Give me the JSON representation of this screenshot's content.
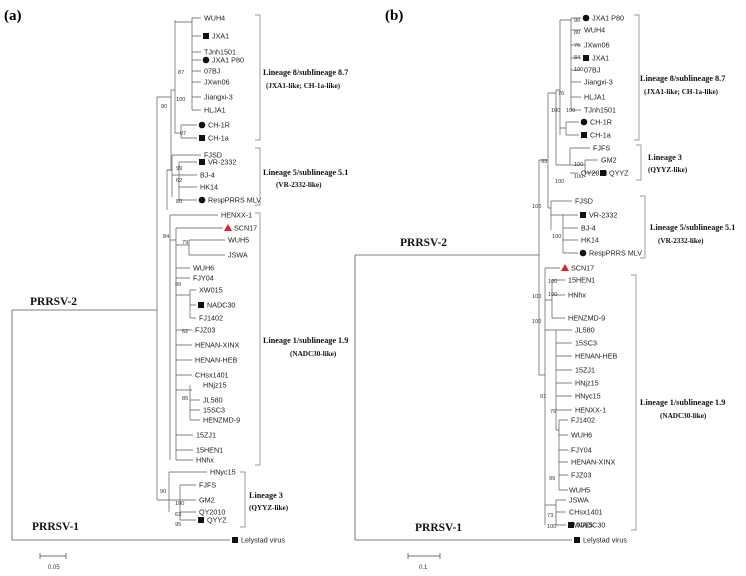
{
  "panels": [
    {
      "label": "(a)",
      "scale": "0.05",
      "virus_labels": [
        "PRRSV-2",
        "PRRSV-1"
      ],
      "clades": [
        {
          "title": "Lineage 8/sublineage 8.7",
          "subtitle": "(JXA1-like; CH-1a-like)"
        },
        {
          "title": "Lineage 5/sublineage 5.1",
          "subtitle": "(VR-2332-like)"
        },
        {
          "title": "Lineage 1/sublineage 1.9",
          "subtitle": "(NADC30-like)"
        },
        {
          "title": "Lineage 3",
          "subtitle": "(QYYZ-like)"
        }
      ],
      "taxa": [
        {
          "name": "WUH4",
          "marker": "none"
        },
        {
          "name": "JXA1",
          "marker": "square"
        },
        {
          "name": "TJnh1501",
          "marker": "none"
        },
        {
          "name": "JXA1 P80",
          "marker": "circle"
        },
        {
          "name": "07BJ",
          "marker": "none"
        },
        {
          "name": "JXwn06",
          "marker": "none"
        },
        {
          "name": "Jiangxi-3",
          "marker": "none"
        },
        {
          "name": "HLJA1",
          "marker": "none"
        },
        {
          "name": "CH-1R",
          "marker": "circle"
        },
        {
          "name": "CH-1a",
          "marker": "square"
        },
        {
          "name": "FJSD",
          "marker": "none"
        },
        {
          "name": "VR-2332",
          "marker": "square"
        },
        {
          "name": "BJ-4",
          "marker": "none"
        },
        {
          "name": "HK14",
          "marker": "none"
        },
        {
          "name": "RespPRRS MLV",
          "marker": "circle"
        },
        {
          "name": "HENXX-1",
          "marker": "none"
        },
        {
          "name": "SCN17",
          "marker": "triangle"
        },
        {
          "name": "WUH5",
          "marker": "none"
        },
        {
          "name": "JSWA",
          "marker": "none"
        },
        {
          "name": "WUH6",
          "marker": "none"
        },
        {
          "name": "FJY04",
          "marker": "none"
        },
        {
          "name": "XW015",
          "marker": "none"
        },
        {
          "name": "NADC30",
          "marker": "square"
        },
        {
          "name": "FJ1402",
          "marker": "none"
        },
        {
          "name": "FJZ03",
          "marker": "none"
        },
        {
          "name": "HENAN-XINX",
          "marker": "none"
        },
        {
          "name": "HENAN-HEB",
          "marker": "none"
        },
        {
          "name": "CHsx1401",
          "marker": "none"
        },
        {
          "name": "HNjz15",
          "marker": "none"
        },
        {
          "name": "JL580",
          "marker": "none"
        },
        {
          "name": "15SC3",
          "marker": "none"
        },
        {
          "name": "HENZMD-9",
          "marker": "none"
        },
        {
          "name": "15ZJ1",
          "marker": "none"
        },
        {
          "name": "15HEN1",
          "marker": "none"
        },
        {
          "name": "HNhx",
          "marker": "none"
        },
        {
          "name": "HNyc15",
          "marker": "none"
        },
        {
          "name": "FJFS",
          "marker": "none"
        },
        {
          "name": "GM2",
          "marker": "none"
        },
        {
          "name": "QY2010",
          "marker": "none"
        },
        {
          "name": "QYYZ",
          "marker": "square"
        },
        {
          "name": "Lelystad virus",
          "marker": "square"
        }
      ],
      "support_values": [
        "87",
        "100",
        "90",
        "97",
        "99",
        "62",
        "80",
        "84",
        "79",
        "99",
        "62",
        "85",
        "90",
        "100",
        "63",
        "95"
      ]
    },
    {
      "label": "(b)",
      "scale": "0.1",
      "virus_labels": [
        "PRRSV-2",
        "PRRSV-1"
      ],
      "clades": [
        {
          "title": "Lineage 8/sublineage 8.7",
          "subtitle": "(JXA1-like; CH-1a-like)"
        },
        {
          "title": "Lineage 3",
          "subtitle": "(QYYZ-like)"
        },
        {
          "title": "Lineage 5/sublineage 5.1",
          "subtitle": "(VR-2332-like)"
        },
        {
          "title": "Lineage 1/sublineage 1.9",
          "subtitle": "(NADC30-like)"
        }
      ],
      "taxa": [
        {
          "name": "JXA1 P80",
          "marker": "circle"
        },
        {
          "name": "WUH4",
          "marker": "none"
        },
        {
          "name": "JXwn06",
          "marker": "none"
        },
        {
          "name": "JXA1",
          "marker": "square"
        },
        {
          "name": "07BJ",
          "marker": "none"
        },
        {
          "name": "Jiangxi-3",
          "marker": "none"
        },
        {
          "name": "HLJA1",
          "marker": "none"
        },
        {
          "name": "TJnh1501",
          "marker": "none"
        },
        {
          "name": "CH-1R",
          "marker": "circle"
        },
        {
          "name": "CH-1a",
          "marker": "square"
        },
        {
          "name": "FJFS",
          "marker": "none"
        },
        {
          "name": "GM2",
          "marker": "none"
        },
        {
          "name": "QYYZ",
          "marker": "square"
        },
        {
          "name": "QY2010",
          "marker": "none"
        },
        {
          "name": "FJSD",
          "marker": "none"
        },
        {
          "name": "VR-2332",
          "marker": "square"
        },
        {
          "name": "BJ-4",
          "marker": "none"
        },
        {
          "name": "HK14",
          "marker": "none"
        },
        {
          "name": "RespPRRS MLV",
          "marker": "circle"
        },
        {
          "name": "SCN17",
          "marker": "triangle"
        },
        {
          "name": "15HEN1",
          "marker": "none"
        },
        {
          "name": "HNhx",
          "marker": "none"
        },
        {
          "name": "HENZMD-9",
          "marker": "none"
        },
        {
          "name": "JL580",
          "marker": "none"
        },
        {
          "name": "15SC3",
          "marker": "none"
        },
        {
          "name": "HENAN-HEB",
          "marker": "none"
        },
        {
          "name": "15ZJ1",
          "marker": "none"
        },
        {
          "name": "HNjz15",
          "marker": "none"
        },
        {
          "name": "HNyc15",
          "marker": "none"
        },
        {
          "name": "HENXX-1",
          "marker": "none"
        },
        {
          "name": "FJ1402",
          "marker": "none"
        },
        {
          "name": "WUH6",
          "marker": "none"
        },
        {
          "name": "FJY04",
          "marker": "none"
        },
        {
          "name": "HENAN-XINX",
          "marker": "none"
        },
        {
          "name": "FJZ03",
          "marker": "none"
        },
        {
          "name": "WUH5",
          "marker": "none"
        },
        {
          "name": "JSWA",
          "marker": "none"
        },
        {
          "name": "CHsx1401",
          "marker": "none"
        },
        {
          "name": "XW015",
          "marker": "none"
        },
        {
          "name": "NADC30",
          "marker": "square"
        },
        {
          "name": "Lelystad virus",
          "marker": "square"
        }
      ],
      "support_values": [
        "96",
        "80",
        "76",
        "84",
        "100",
        "76",
        "100",
        "100",
        "99",
        "100",
        "100",
        "100",
        "100",
        "100",
        "100",
        "100",
        "100",
        "100",
        "91",
        "76",
        "99",
        "73",
        "100"
      ]
    }
  ],
  "colors": {
    "branch": "#5a5a5a",
    "highlight_triangle": "#e02020",
    "marker": "#111111"
  }
}
